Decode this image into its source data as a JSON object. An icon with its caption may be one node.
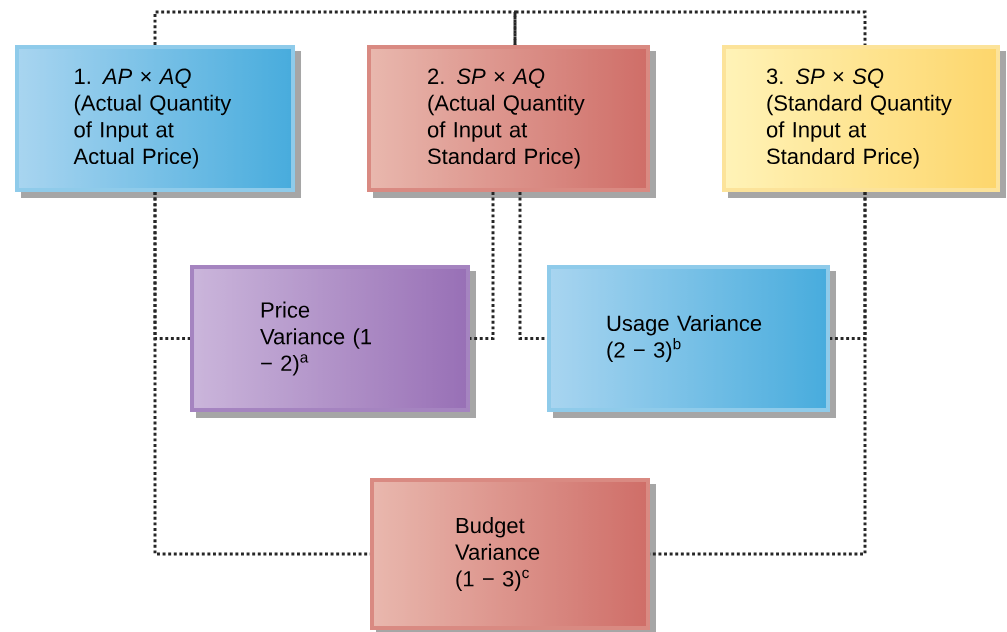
{
  "diagram": {
    "nodes": [
      {
        "text": [
          "1. *AP* × *AQ*",
          "(Actual Quantity of Input at Actual Price)"
        ]
      },
      {
        "text": [
          "2. *SP* × *AQ*",
          "(Actual Quantity of Input at Standard Price)"
        ]
      },
      {
        "text": [
          "3. *SP* × *SQ*",
          "(Standard Quantity of Input at Standard Price)"
        ]
      },
      {
        "text": [
          "Price Variance (1 − 2)$^{a}$"
        ]
      },
      {
        "text": [
          "Usage Variance (2 − 3)$^{b}$"
        ]
      },
      {
        "text": [
          "Budget Variance (1 − 3)$^{c}$"
        ]
      }
    ],
    "edges": [
      {
        "from": 0,
        "to": 1,
        "arrow": "none"
      },
      {
        "from": 1,
        "to": 2,
        "arrow": "none"
      },
      {
        "from": 0,
        "to": 3,
        "arrow": "none"
      },
      {
        "from": 0,
        "to": 5,
        "arrow": "none"
      },
      {
        "from": 1,
        "to": 3,
        "arrow": "none"
      },
      {
        "from": 1,
        "to": 4,
        "arrow": "none"
      },
      {
        "from": 2,
        "to": 4,
        "arrow": "none"
      },
      {
        "from": 2,
        "to": 5,
        "arrow": "none"
      }
    ]
  }
}
